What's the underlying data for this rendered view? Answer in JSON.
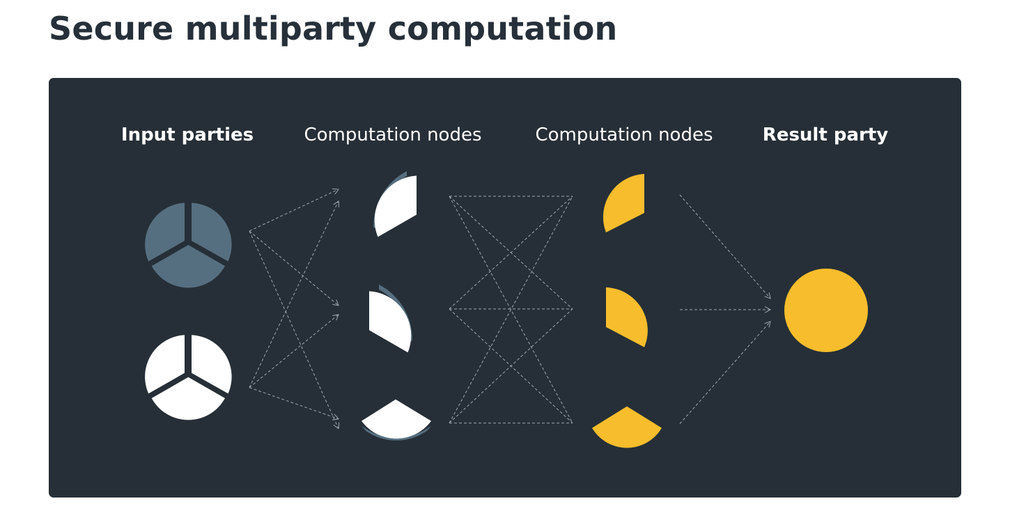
{
  "title": "Secure multiparty computation",
  "diagram": {
    "columns": [
      {
        "label": "Input parties"
      },
      {
        "label": "Computation nodes"
      },
      {
        "label": "Computation nodes"
      },
      {
        "label": "Result party"
      }
    ]
  },
  "colors": {
    "background": "#262f37",
    "input_party_1": "#566f80",
    "input_party_2": "#ffffff",
    "share_stage_2": "#f8bd2c",
    "result": "#f8bd2c",
    "share_accent": "#566f80"
  }
}
